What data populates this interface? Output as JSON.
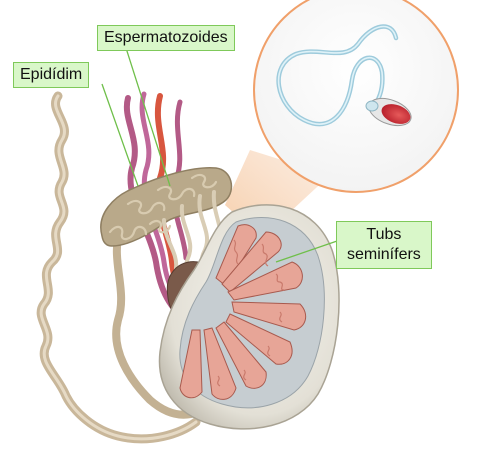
{
  "labels": {
    "spermatozoa": "Espermatozoides",
    "epididymis": "Epidídim",
    "seminiferous_line1": "Tubs",
    "seminiferous_line2": "seminífers"
  },
  "colors": {
    "label_fill": "#d9f7c9",
    "label_border": "#7fc95a",
    "leader_line": "#6fbf4a",
    "testis_body": "#e9e7df",
    "tubule": "#e7a597",
    "epididymis": "#b9a98a",
    "vessel_red": "#d8563f",
    "vessel_purple": "#b35a86",
    "callout_fill": "#f7d9bf",
    "sperm_tail": "#a8d6e6"
  }
}
